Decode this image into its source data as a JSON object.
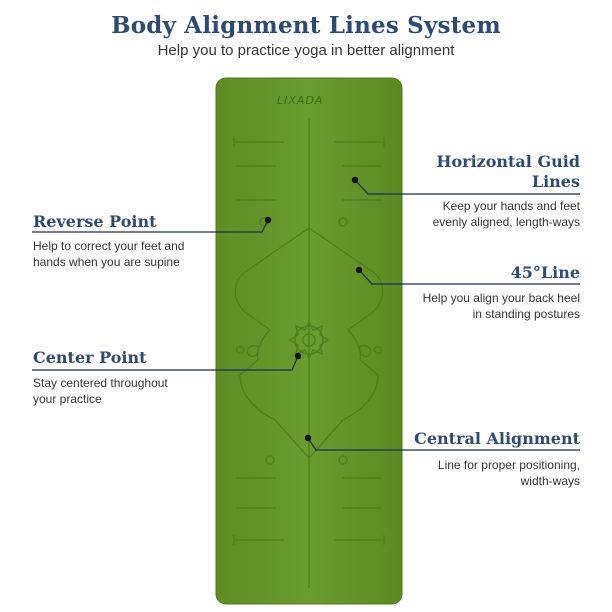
{
  "header": {
    "title": "Body Alignment Lines System",
    "subtitle": "Help you to practice yoga in better alignment"
  },
  "mat": {
    "brand": "LIXADA",
    "color": "#6a9a2c",
    "line_color": "#4f7d1c"
  },
  "callouts": {
    "horizontal": {
      "title_line1": "Horizontal Guid",
      "title_line2": "Lines",
      "desc_line1": "Keep your hands and feet",
      "desc_line2": "evenly aligned, length-ways"
    },
    "reverse": {
      "title": "Reverse Point",
      "desc_line1": "Help to correct your feet and",
      "desc_line2": "hands when you are supine"
    },
    "line45": {
      "title": "45°Line",
      "desc_line1": "Help you align your back heel",
      "desc_line2": "in standing postures"
    },
    "center": {
      "title": "Center Point",
      "desc_line1": "Stay centered throughout",
      "desc_line2": "your practice"
    },
    "central": {
      "title": "Central Alignment",
      "desc_line1": "Line for proper positioning,",
      "desc_line2": "width-ways"
    }
  },
  "colors": {
    "heading": "#2c4a76",
    "text": "#333333",
    "leader": "#1a2f52"
  }
}
